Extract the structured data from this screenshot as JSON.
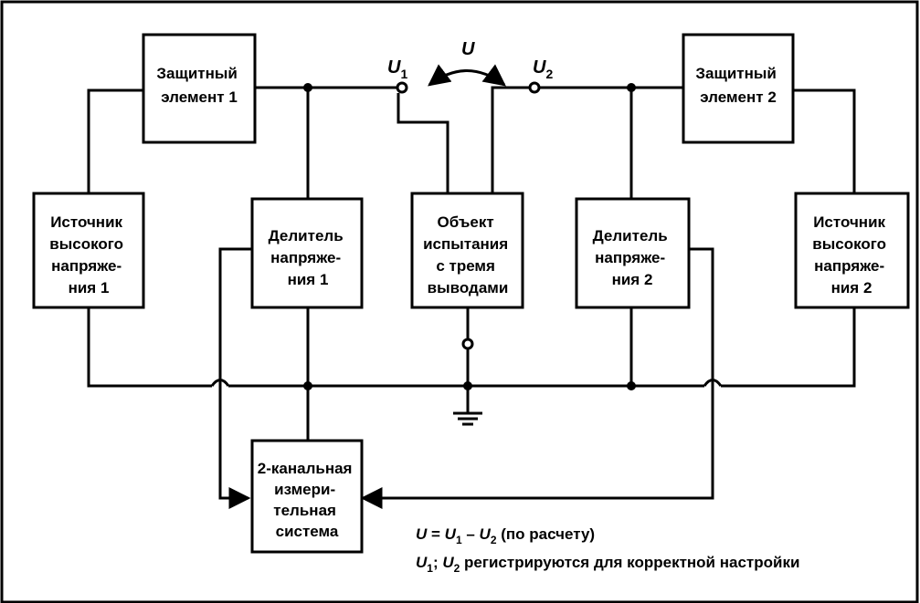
{
  "boxes": {
    "protect1": [
      "Защитный",
      "элемент 1"
    ],
    "protect2": [
      "Защитный",
      "элемент 2"
    ],
    "source1": [
      "Источник",
      "высокого",
      "напряже-",
      "ния 1"
    ],
    "divider1": [
      "Делитель",
      "напряже-",
      "ния 1"
    ],
    "object": [
      "Объект",
      "испытания",
      "с тремя",
      "выводами"
    ],
    "divider2": [
      "Делитель",
      "напряже-",
      "ния 2"
    ],
    "source2": [
      "Источник",
      "высокого",
      "напряже-",
      "ния 2"
    ],
    "measure": [
      "2-канальная",
      "измери-",
      "тельная",
      "система"
    ]
  },
  "labels": {
    "u1": "U",
    "u1_sub": "1",
    "u": "U",
    "u2": "U",
    "u2_sub": "2"
  },
  "notes": {
    "formula": {
      "a": "U",
      "eq": " = ",
      "b": "U",
      "b_sub": "1",
      "minus": " – ",
      "c": "U",
      "c_sub": "2",
      "tail": " (по расчету)"
    },
    "registration": {
      "a": "U",
      "a_sub": "1",
      "sep": "; ",
      "b": "U",
      "b_sub": "2",
      "tail": " регистрируются для корректной настройки"
    }
  },
  "colors": {
    "line": "#000000",
    "background": "#ffffff"
  }
}
